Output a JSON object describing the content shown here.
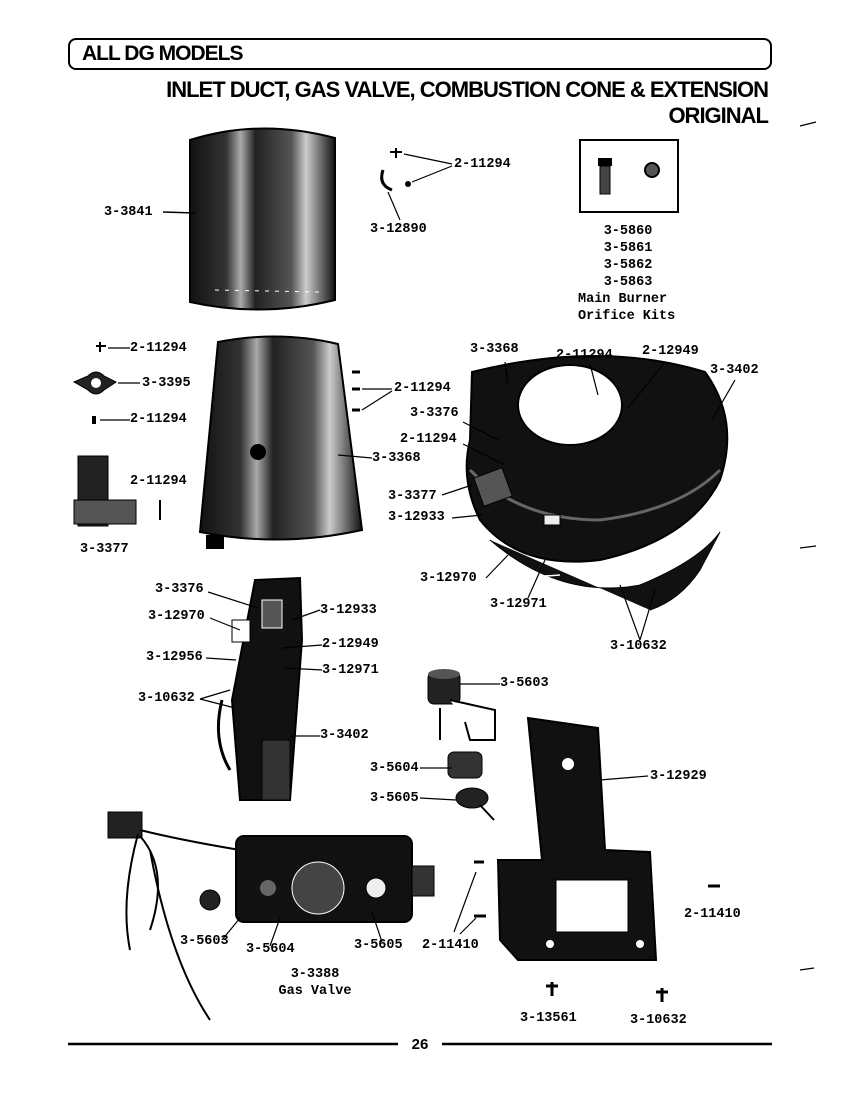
{
  "header": {
    "models": "ALL DG MODELS",
    "title_line1": "INLET DUCT, GAS VALVE, COMBUSTION CONE & EXTENSION",
    "title_line2": "ORIGINAL"
  },
  "labels": {
    "p3_3841": "3-3841",
    "p2_11294_a": "2-11294",
    "p3_12890": "3-12890",
    "kit_1": "3-5860",
    "kit_2": "3-5861",
    "kit_3": "3-5862",
    "kit_4": "3-5863",
    "kit_desc1": "Main Burner",
    "kit_desc2": "Orifice Kits",
    "p2_11294_b": "2-11294",
    "p3_3395": "3-3395",
    "p2_11294_c": "2-11294",
    "p2_11294_d": "2-11294",
    "p3_3377_a": "3-3377",
    "p2_11294_e": "2-11294",
    "p3_3368_a": "3-3368",
    "p3_3368_b": "3-3368",
    "p2_11294_f": "2-11294",
    "p2_12949_a": "2-12949",
    "p3_3402_a": "3-3402",
    "p3_3376_a": "3-3376",
    "p2_11294_g": "2-11294",
    "p3_3377_b": "3-3377",
    "p3_12933_a": "3-12933",
    "p3_12970_a": "3-12970",
    "p3_12971_a": "3-12971",
    "p3_10632_a": "3-10632",
    "p3_3376_b": "3-3376",
    "p3_12970_b": "3-12970",
    "p3_12933_b": "3-12933",
    "p2_12949_b": "2-12949",
    "p3_12956": "3-12956",
    "p3_12971_b": "3-12971",
    "p3_10632_b": "3-10632",
    "p3_3402_b": "3-3402",
    "p3_5603_a": "3-5603",
    "p3_5604_a": "3-5604",
    "p3_5605_a": "3-5605",
    "p3_12929": "3-12929",
    "p2_11410_a": "2-11410",
    "p2_11410_b": "2-11410",
    "p3_5603_b": "3-5603",
    "p3_5604_b": "3-5604",
    "p3_5605_b": "3-5605",
    "p3_3388": "3-3388",
    "gas_valve": "Gas Valve",
    "p3_13561": "3-13561",
    "p3_10632_c": "3-10632"
  },
  "footer": {
    "page_number": "26"
  }
}
